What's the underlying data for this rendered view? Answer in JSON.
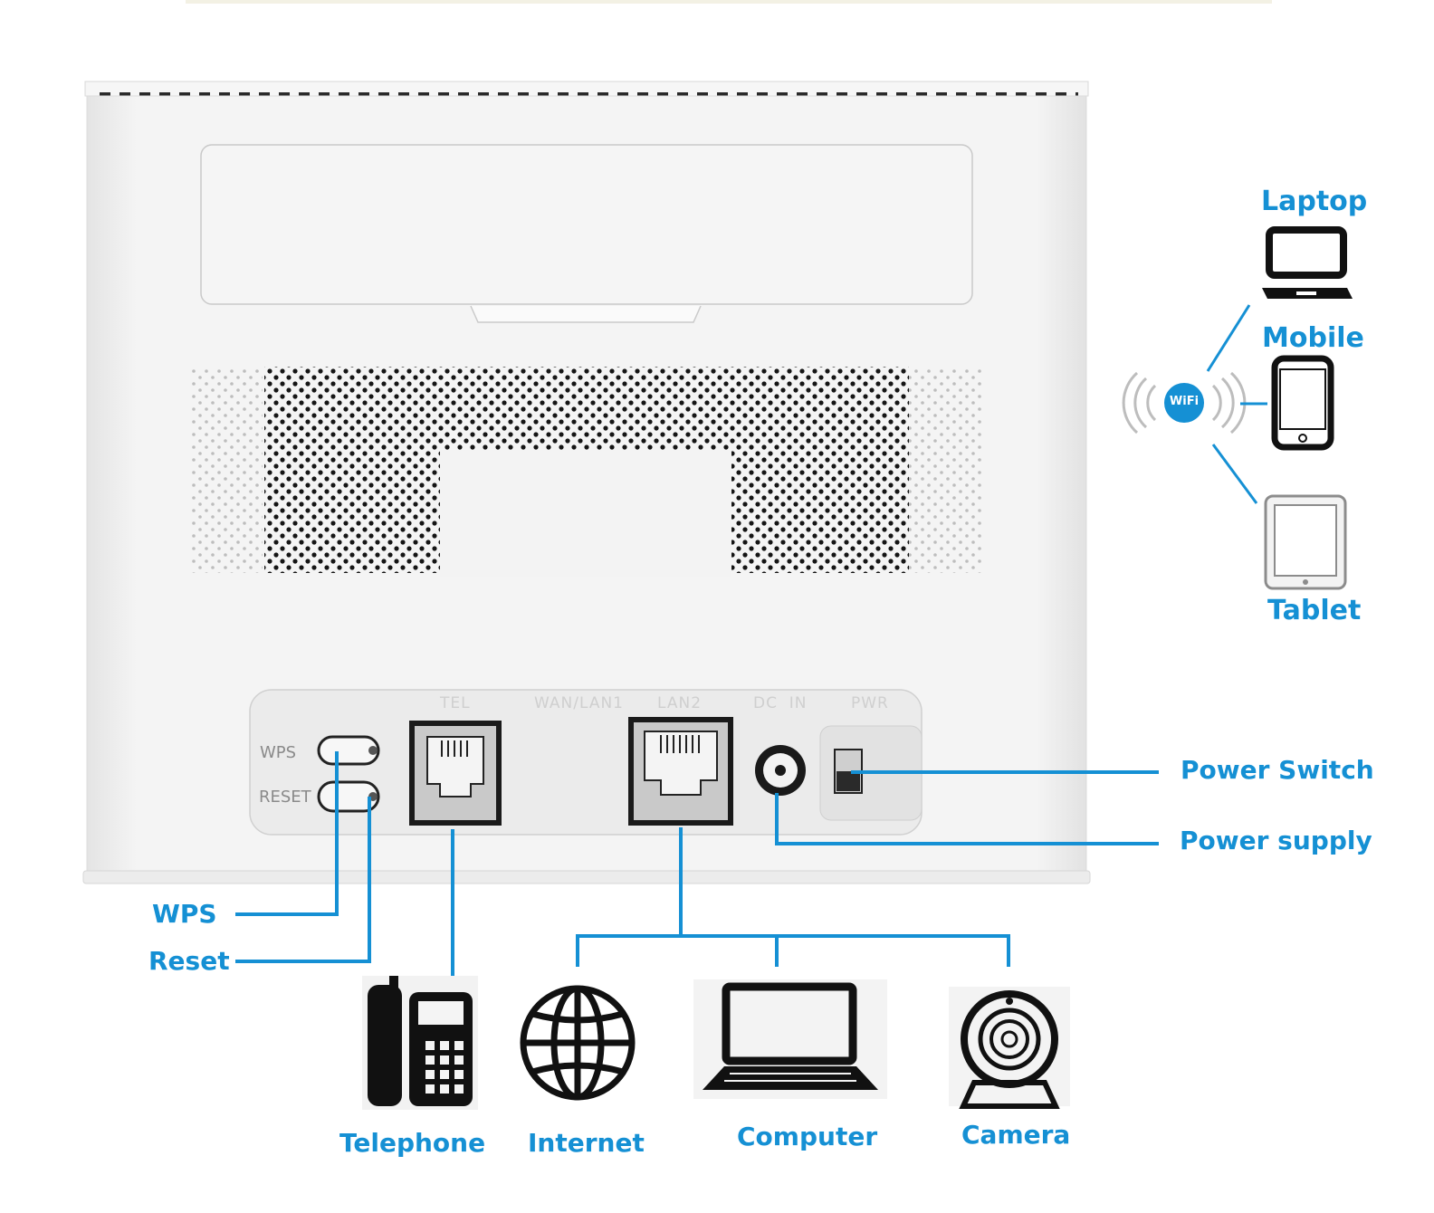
{
  "colors": {
    "accent": "#1590d4",
    "router_body": "#f1f1f1",
    "icon": "#111111"
  },
  "router": {
    "port_labels": {
      "tel": "TEL",
      "wan_lan1": "WAN/LAN1",
      "lan2": "LAN2",
      "dc_in": "DC  IN",
      "pwr": "PWR"
    },
    "button_labels": {
      "wps": "WPS",
      "reset": "RESET"
    }
  },
  "wifi": {
    "badge_text": "WiFi",
    "devices": [
      {
        "label": "Laptop",
        "icon": "laptop-icon"
      },
      {
        "label": "Mobile",
        "icon": "mobile-icon"
      },
      {
        "label": "Tablet",
        "icon": "tablet-icon"
      }
    ]
  },
  "callouts": {
    "wps": "WPS",
    "reset": "Reset",
    "power_switch": "Power Switch",
    "power_supply": "Power supply"
  },
  "wired_devices": [
    {
      "label": "Telephone",
      "icon": "telephone-icon"
    },
    {
      "label": "Internet",
      "icon": "globe-icon"
    },
    {
      "label": "Computer",
      "icon": "computer-icon"
    },
    {
      "label": "Camera",
      "icon": "camera-icon"
    }
  ]
}
